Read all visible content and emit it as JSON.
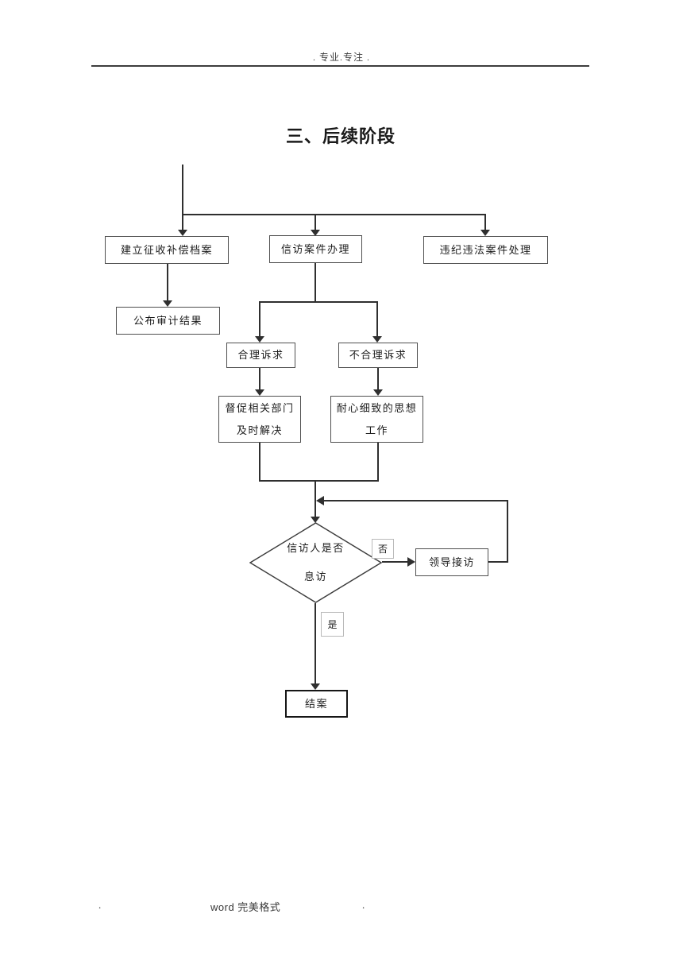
{
  "page": {
    "header": {
      "text": ". 专业.专注 ."
    },
    "title": "三、后续阶段",
    "footer": {
      "left_dot": ".",
      "brand": "word 完美格式",
      "right_dot": "."
    }
  },
  "flowchart": {
    "nodes": {
      "archive": {
        "label": "建立征收补偿档案"
      },
      "petition": {
        "label": "信访案件办理"
      },
      "violation": {
        "label": "违纪违法案件处理"
      },
      "audit": {
        "label": "公布审计结果"
      },
      "reasonable": {
        "label": "合理诉求"
      },
      "unreasonable": {
        "label": "不合理诉求"
      },
      "supervise": {
        "label": "督促相关部门\n及时解决"
      },
      "patient": {
        "label": "耐心细致的思想\n工作"
      },
      "decision": {
        "label": "信访人是否\n息访"
      },
      "leader": {
        "label": "领导接访"
      },
      "close": {
        "label": "结案"
      }
    },
    "edge_labels": {
      "no": "否",
      "yes": "是"
    },
    "colors": {
      "line": "#2f2f2f",
      "box_border": "#4f4f4f",
      "label_border": "#b9b9b9",
      "text": "#1c1c1c"
    }
  }
}
